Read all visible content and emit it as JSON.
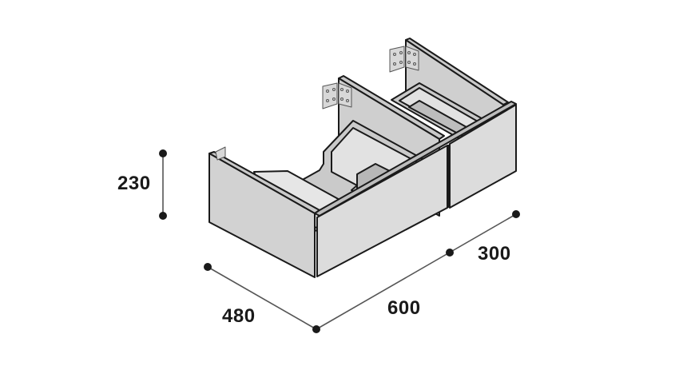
{
  "diagram": {
    "subject": "wall-hung vanity cabinet with two drawers, isometric view",
    "colors": {
      "outline": "#1a1a1a",
      "panel_front": "#dcdcdc",
      "panel_side": "#d2d2d2",
      "panel_top": "#c9c9c9",
      "interior_dark": "#b8b8b8",
      "interior_light": "#e4e4e4",
      "dimension_line": "#555555",
      "dimension_dot": "#1a1a1a"
    }
  },
  "dimensions": {
    "height": {
      "label": "230"
    },
    "depth": {
      "label": "480"
    },
    "width_total": {
      "label": "600"
    },
    "width_drawer": {
      "label": "300"
    }
  }
}
